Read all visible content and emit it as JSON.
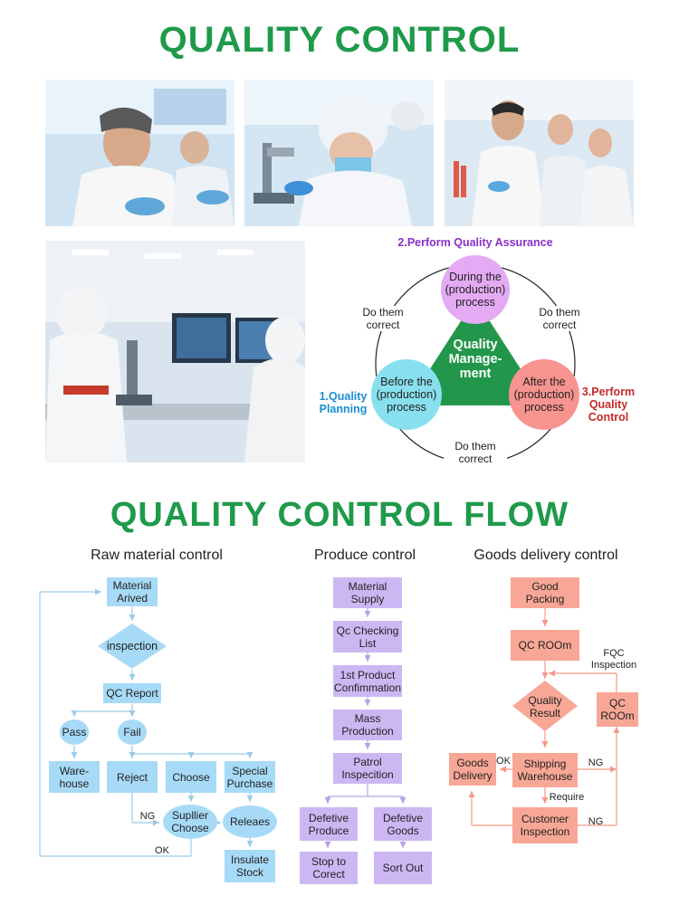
{
  "header": {
    "title": "QUALITY CONTROL"
  },
  "cycle": {
    "center": "Quality Manage- ment",
    "top_circle": "During the (production) process",
    "left_circle": "Before the (production) process",
    "right_circle": "After the (production) process",
    "label_top": "2.Perform Quality Assurance",
    "label_left": "1.Quality Planning",
    "label_right": "3.Perform Quality Control",
    "edge_top_left": "Do them correct",
    "edge_top_right": "Do them correct",
    "edge_bottom": "Do them correct",
    "colors": {
      "green": "#22964a",
      "pink": "#e4aaf3",
      "cyan": "#88e0ef",
      "salmon": "#f7948f",
      "purple_label": "#8b2fc9",
      "blue_label": "#1a8fd1",
      "red_label": "#c42a2a"
    }
  },
  "flow": {
    "title": "QUALITY CONTROL FLOW",
    "raw": {
      "heading": "Raw material control",
      "material_arrived": "Material Arived",
      "inspection": "inspection",
      "qc_report": "QC Report",
      "pass": "Pass",
      "fail": "Fail",
      "warehouse": "Ware- house",
      "reject": "Reject",
      "choose": "Choose",
      "special_purchase": "Special Purchase",
      "supplier_choose": "Supllier Choose",
      "release": "Releaes",
      "insulate_stock": "Insulate Stock",
      "ng": "NG",
      "ok": "OK"
    },
    "produce": {
      "heading": "Produce control",
      "material_supply": "Material Supply",
      "qc_checking_list": "Qc Checking List",
      "first_product": "1st Product Confimmation",
      "mass_production": "Mass Production",
      "patrol_inspection": "Patrol Inspecition",
      "defective_produce": "Defetive Produce",
      "defective_goods": "Defetive Goods",
      "stop_to_correct": "Stop to Corect",
      "sort_out": "Sort Out"
    },
    "delivery": {
      "heading": "Goods delivery control",
      "good_packing": "Good Packing",
      "qc_room": "QC ROOm",
      "quality_result": "Quality Result",
      "qc_room_right": "QC ROOm",
      "fqc_inspection": "FQC Inspection",
      "goods_delivery": "Goods Delivery",
      "shipping_warehouse": "Shipping Warehouse",
      "customer_inspection": "Customer Inspection",
      "ok": "OK",
      "ng_1": "NG",
      "ng_2": "NG",
      "require": "Require"
    }
  },
  "photos": [
    "lab-photo-scientist-gloves",
    "lab-photo-microscope",
    "lab-photo-team-pipettes",
    "lab-photo-cleanroom"
  ]
}
